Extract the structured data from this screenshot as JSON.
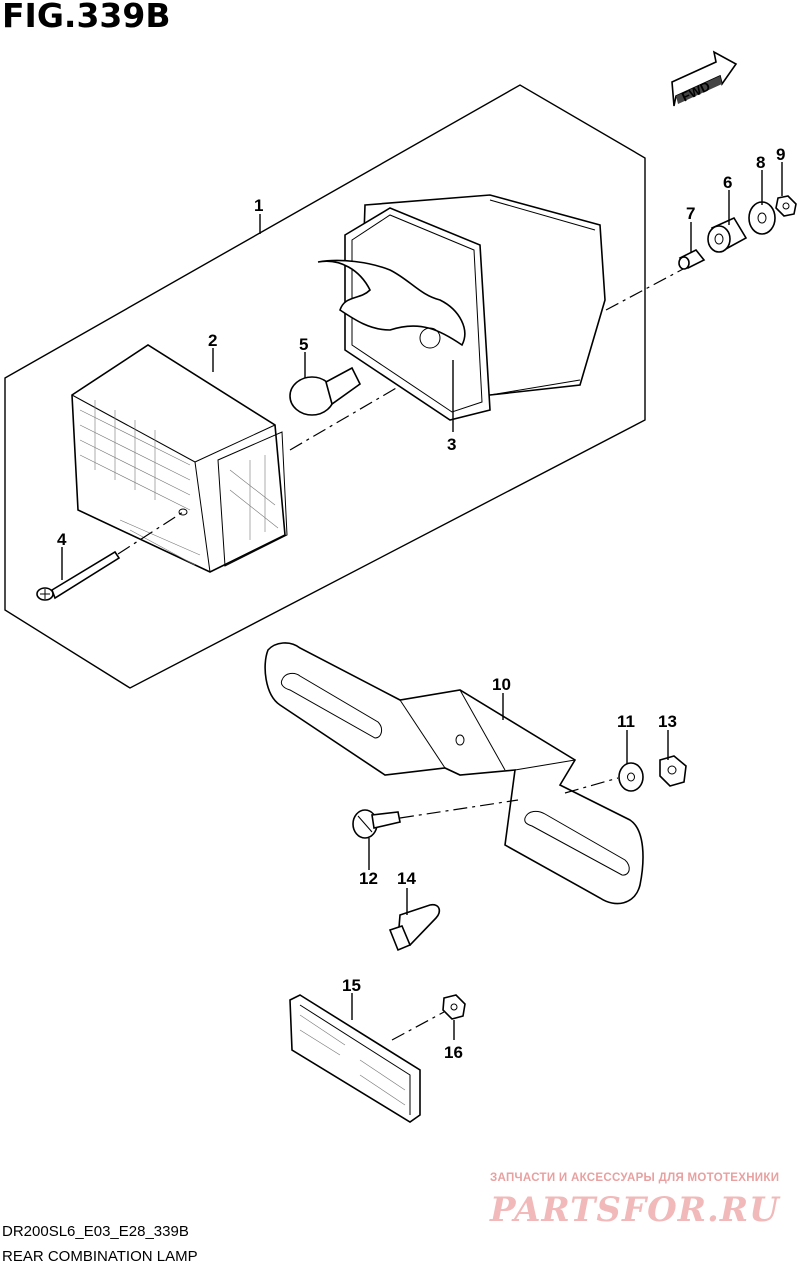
{
  "figure": {
    "title": "FIG.339B",
    "code": "DR200SL6_E03_E28_339B",
    "caption": "REAR COMBINATION LAMP",
    "fwd_label": "FWD"
  },
  "parts": [
    {
      "number": "1"
    },
    {
      "number": "2"
    },
    {
      "number": "3"
    },
    {
      "number": "4"
    },
    {
      "number": "5"
    },
    {
      "number": "6"
    },
    {
      "number": "7"
    },
    {
      "number": "8"
    },
    {
      "number": "9"
    },
    {
      "number": "10"
    },
    {
      "number": "11"
    },
    {
      "number": "12"
    },
    {
      "number": "13"
    },
    {
      "number": "14"
    },
    {
      "number": "15"
    },
    {
      "number": "16"
    }
  ],
  "watermark": {
    "tagline": "ЗАПЧАСТИ И АКСЕССУАРЫ ДЛЯ МОТОТЕХНИКИ",
    "logo": "PARTSFOR.RU"
  }
}
